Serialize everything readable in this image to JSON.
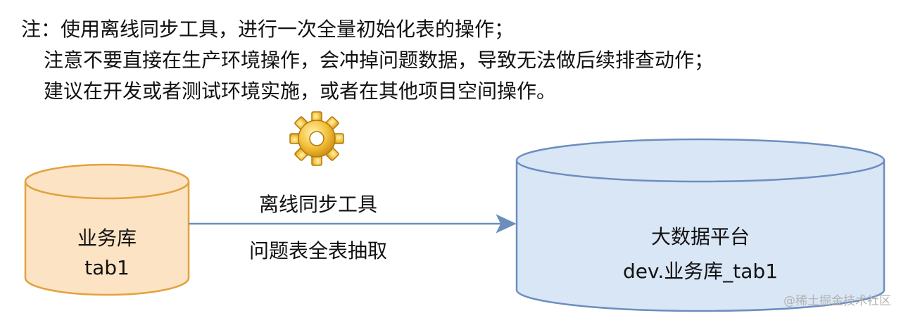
{
  "note": {
    "lines": [
      "注：使用离线同步工具，进行一次全量初始化表的操作；",
      "注意不要直接在生产环境操作，会冲掉问题数据，导致无法做后续排查动作；",
      "建议在开发或者测试环境实施，或者在其他项目空间操作。"
    ]
  },
  "source_db": {
    "title": "业务库",
    "table": "tab1",
    "fill": "#fce3c4",
    "stroke": "#e2a23c"
  },
  "target_db": {
    "title": "大数据平台",
    "table": "dev.业务库_tab1",
    "fill": "#d9e6f6",
    "stroke": "#6c8ebf"
  },
  "connector": {
    "top_label": "离线同步工具",
    "bottom_label": "问题表全表抽取",
    "color": "#6c8ebf"
  },
  "gear": {
    "icon": "gear-icon",
    "color": "#f0b429"
  },
  "watermark": "@稀土掘金技术社区"
}
